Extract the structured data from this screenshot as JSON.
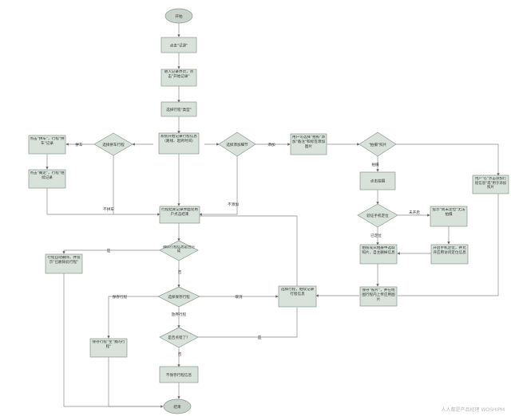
{
  "nodes": {
    "start": "开始",
    "click_record": "点击\"记录\"",
    "enter_record_page": "进入记录界页，点击\"开始记录\"",
    "select_trip_type": "选择行程\"类型\"",
    "system_auto_record": "系统开始记录行程信息（路线、起终时间）",
    "select_companion": "选择拼车行程",
    "click_companion": "点击\"拼车\"，行程\"拼车\"记录",
    "click_confirm": "点击\"确定\"，行程\"继续记录",
    "add_detail_decision": "选择添加细节",
    "user_can_choose": "用户可选择\"拍照\"添加\"备注\"和标签添加图片",
    "end_record_main": "行程结束记录界面完用户点击结束",
    "photo_decision": "\"拍摄\"照片",
    "take_photo": "点击拍摄",
    "location_verify": "验证手机定位",
    "prompt_open_location": "提示\"尚未定位\"无法拍摄",
    "confirm_trip_end": "确认行程信息是否完成",
    "trip_delete": "行程自动删除，并提示\"已删除此行程\"",
    "photo_upload": "拍照或从相册中选取照片，自主删掉信息",
    "open_location_retry": "开启手机定位，并允许应用访问定位信息",
    "select_save": "选择保存行程",
    "continue_or_end": "选择行程，继续记录行程信息",
    "save_photo_upload": "保存\"照片\"，并在地图行程内上传应用图片",
    "user_click_add": "用户\"在\"点击添加行程信息\"或\"用于添加照片",
    "drop_confirm": "是否点错了？",
    "save_manual": "保存行程\"至\"我的行程\"",
    "no_save_info": "不保存行程信息",
    "end": "结束"
  },
  "edges": {
    "carpool": "拼车",
    "not_carpool": "不拼车",
    "add": "添加",
    "not_add": "不添加",
    "shoot": "拍摄",
    "not_enabled": "未开启",
    "located": "已定位",
    "yes": "是",
    "no": "否",
    "save_trip": "保存行程",
    "cancel": "取消",
    "give_up_trip": "放弃行程"
  },
  "watermark": "人人都是产品经理 WOSHIPM"
}
